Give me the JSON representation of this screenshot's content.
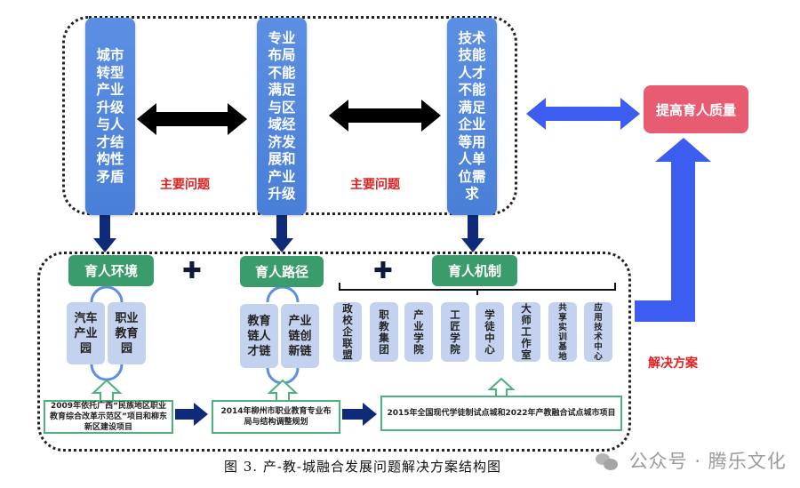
{
  "problems": {
    "column_1": "城市转型产业升级与人才结构性矛盾",
    "column_2": "专业布局不能满足与区域经济发展和产业升级",
    "column_3": "技术技能人才不能满足企业等用人单位需求",
    "label_left": "主要问题",
    "label_right": "主要问题"
  },
  "goal": "提高育人质量",
  "solution_label": "解决方案",
  "solutions": {
    "environment": {
      "title": "育人环境",
      "items": [
        "汽车产业园",
        "职业教育园"
      ],
      "basis": "2009年依托广西“民族地区职业教育综合改革示范区”项目和柳东新区建设项目"
    },
    "path": {
      "title": "育人路径",
      "items": [
        "教育链人才链",
        "产业链创新链"
      ],
      "basis": "2014年柳州市职业教育专业布局与结构调整规划"
    },
    "mechanism": {
      "title": "育人机制",
      "items": [
        "政校企联盟",
        "职教集团",
        "产业学院",
        "工匠学院",
        "学徒中心",
        "大师工作室",
        "共享实训基地",
        "应用技术中心"
      ],
      "basis": "2015年全国现代学徒制试点城和2022年产教融合试点城市项目"
    },
    "plus_symbol": "✚"
  },
  "caption": "图 3.   产-教-城融合发展问题解决方案结构图",
  "watermark": "公众号 · 腾乐文化",
  "colors": {
    "problem_blue": "#4a7fd8",
    "green": "#3a9c6a",
    "light_blue": "#c3d3ef",
    "goal_pink": "#e85c72",
    "arrow_blue": "#3d5cf0",
    "navy": "#0f2a78",
    "red_text": "#e02020"
  }
}
